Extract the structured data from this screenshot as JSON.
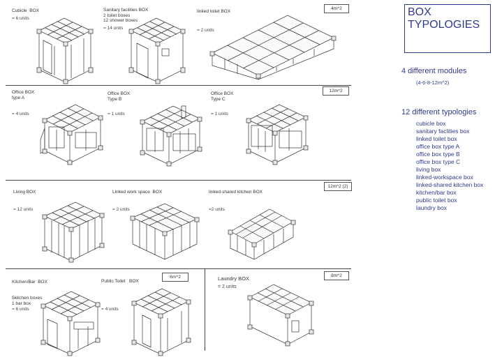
{
  "sidebar": {
    "title": "BOX\nTYPOLOGIES",
    "modules_heading": "4 different modules",
    "modules_sizes": "(4-6-8-12m^2)",
    "typologies_heading": "12 different typologies",
    "typologies": [
      "cubicle box",
      "sanitary faclities box",
      "linked toilet box",
      "office box type A",
      "office box type B",
      "office box type C",
      "living box",
      "linked-workspace box",
      "linked-shared kitchen box",
      "kitchen/bar box",
      "public toilet box",
      "laundry box"
    ]
  },
  "row1": {
    "tag": "4m^2",
    "items": [
      {
        "label": "Cubicle  BOX",
        "units": "= 6 units"
      },
      {
        "label": "Sanitary facilities BOX\n2 toilet boxes\n12 shower boxes",
        "units": "= 14 units"
      },
      {
        "label": "linked toilet BOX",
        "units": "= 2 units"
      }
    ]
  },
  "row2": {
    "tag": "12m^2",
    "items": [
      {
        "label": "Office BOX\ntype A",
        "units": "= 4 units"
      },
      {
        "label": "Office BOX\nType B",
        "units": "= 1 units"
      },
      {
        "label": "Office BOX\nType C",
        "units": "= 1 units"
      }
    ]
  },
  "row3": {
    "tag": "12m^2 (2)",
    "items": [
      {
        "label": "Living BOX",
        "units": "= 12 units"
      },
      {
        "label": "Linked work space  BOX",
        "units": "= 2 units"
      },
      {
        "label": "linked-shared kitchen BOX",
        "units": "=2 units"
      }
    ]
  },
  "row4": {
    "tag_left": "6m^2",
    "tag_right": "8m^2",
    "items": [
      {
        "label": "Kitchen/Bar  BOX",
        "sub": "5kitchen boxes\n1 bar box",
        "units": "= 6 units"
      },
      {
        "label": "Public Toilet   BOX",
        "units": "= 4 units"
      },
      {
        "label": "Laundry BOX",
        "units": "= 2 units"
      }
    ]
  }
}
